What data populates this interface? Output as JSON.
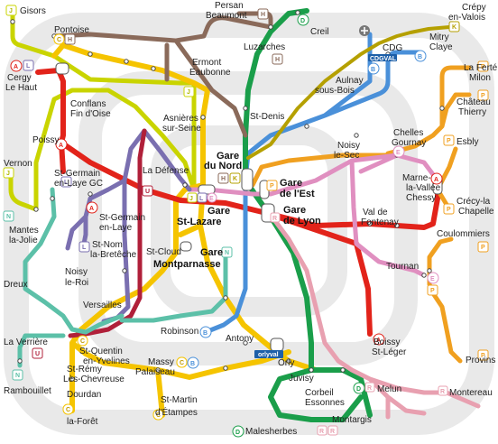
{
  "map": {
    "colors": {
      "A": "#e2231a",
      "B": "#4a90d9",
      "C": "#f5c400",
      "D": "#1a9e4a",
      "E": "#e08fc0",
      "H": "#8a6a5a",
      "J": "#c9d400",
      "K": "#b5a000",
      "L": "#7a6fb0",
      "N": "#5cc0a8",
      "P": "#f0a020",
      "R": "#e8a0b0",
      "U": "#b0203a",
      "bg": "#e9e9e9"
    },
    "lines": [
      {
        "id": "A",
        "color": "#e2231a",
        "name": "A"
      },
      {
        "id": "B",
        "color": "#4a90d9",
        "name": "B"
      },
      {
        "id": "C",
        "color": "#f5c400",
        "name": "C"
      },
      {
        "id": "D",
        "color": "#1a9e4a",
        "name": "D"
      },
      {
        "id": "E",
        "color": "#e08fc0",
        "name": "E"
      },
      {
        "id": "H",
        "color": "#8a6a5a",
        "name": "H"
      },
      {
        "id": "J",
        "color": "#c9d400",
        "name": "J"
      },
      {
        "id": "K",
        "color": "#b5a000",
        "name": "K"
      },
      {
        "id": "L",
        "color": "#7a6fb0",
        "name": "L"
      },
      {
        "id": "N",
        "color": "#5cc0a8",
        "name": "N"
      },
      {
        "id": "P",
        "color": "#f0a020",
        "name": "P"
      },
      {
        "id": "R",
        "color": "#e8a0b0",
        "name": "R"
      },
      {
        "id": "U",
        "color": "#b0203a",
        "name": "U"
      }
    ],
    "labels": {
      "gisors": "Gisors",
      "persan": "Persan",
      "beaumont": "Beaumont",
      "crepy1": "Crépy",
      "crepy2": "en-Valois",
      "pontoise": "Pontoise",
      "creil": "Creil",
      "luzarches": "Luzarches",
      "cergy1": "Cergy",
      "cergy2": "Le Haut",
      "ermont1": "Ermont",
      "ermont2": "Eaubonne",
      "cdg": "CDG",
      "mitry1": "Mitry",
      "mitry2": "Claye",
      "laferte1": "La Ferté",
      "laferte2": "Milon",
      "conflans1": "Conflans",
      "conflans2": "Fin d'Oise",
      "aulnay1": "Aulnay",
      "aulnay2": "sous-Bois",
      "chateau1": "Château",
      "chateau2": "Thierry",
      "poissy": "Poissy",
      "asnieres1": "Asnières",
      "asnieres2": "sur-Seine",
      "stdenis": "St-Denis",
      "chelles1": "Chelles",
      "chelles2": "Gournay",
      "esbly": "Esbly",
      "vernon": "Vernon",
      "noisy1": "Noisy",
      "noisy2": "le-Sec",
      "garedunord1": "Gare",
      "garedunord2": "du Nord",
      "stgermaingc1": "St-Germain",
      "stgermaingc2": "en-Laye GC",
      "ladefense": "La Défense",
      "garedelest1": "Gare",
      "garedelest2": "de l'Est",
      "marne1": "Marne-",
      "marne2": "la-Vallée",
      "marne3": "Chessy",
      "crecy1": "Crécy-la",
      "crecy2": "Chapelle",
      "gareslazare1": "Gare",
      "gareslazare2": "St-Lazare",
      "garedelyon1": "Gare",
      "garedelyon2": "de Lyon",
      "stgermain1": "St-Germain",
      "stgermain2": "en-Laye",
      "valdefontenay1": "Val de",
      "valdefontenay2": "Fontenay",
      "mantes1": "Mantes",
      "mantes2": "la-Jolie",
      "stnom1": "St-Nom",
      "stnom2": "la-Bretêche",
      "stcloud": "St-Cloud",
      "garemontparnasse1": "Gare",
      "garemontparnasse2": "Montparnasse",
      "coulommiers": "Coulommiers",
      "noisyleroi1": "Noisy",
      "noisyleroi2": "le-Roi",
      "tournan": "Tournan",
      "dreux": "Dreux",
      "versailles": "Versailles",
      "robinson": "Robinson",
      "antony": "Antony",
      "boissy1": "Boissy",
      "boissy2": "St-Léger",
      "laverriere": "La Verrière",
      "stquentin1": "St-Quentin",
      "stquentin2": "en-Yvelines",
      "massy1": "Massy",
      "massy2": "Palaiseau",
      "orly": "Orly",
      "provins": "Provins",
      "rambouillet": "Rambouillet",
      "stremy1": "St-Rémy",
      "stremy2": "Lès-Chevreuse",
      "juvisy": "Juvisy",
      "corbeil1": "Corbeil",
      "corbeil2": "Essonnes",
      "melun": "Melun",
      "montereau": "Montereau",
      "dourdan1": "Dourdan",
      "dourdan2": "la-Forêt",
      "stmartin1": "St-Martin",
      "stmartin2": "d'Étampes",
      "malesherbes": "Malesherbes",
      "montargis": "Montargis",
      "cdgval": "CDGVAL",
      "orlyval": "orlyval"
    }
  }
}
